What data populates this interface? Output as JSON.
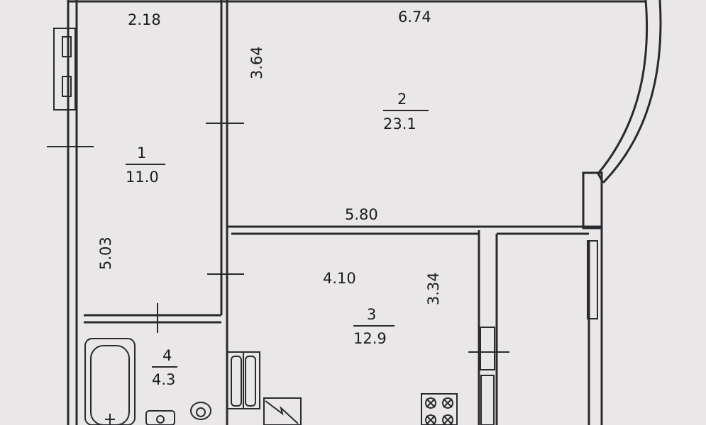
{
  "dimensions": {
    "top_left_width": "2.18",
    "top_right_width": "6.74",
    "living_depth": "3.64",
    "bedroom_depth": "5.03",
    "partition_length": "5.80",
    "kitchen_width": "4.10",
    "kitchen_depth": "3.34"
  },
  "rooms": [
    {
      "number": "1",
      "area": "11.0"
    },
    {
      "number": "2",
      "area": "23.1"
    },
    {
      "number": "3",
      "area": "12.9"
    },
    {
      "number": "4",
      "area": "4.3"
    }
  ],
  "colors": {
    "background": "#e9e7e8",
    "ink": "#2a2a2e"
  }
}
